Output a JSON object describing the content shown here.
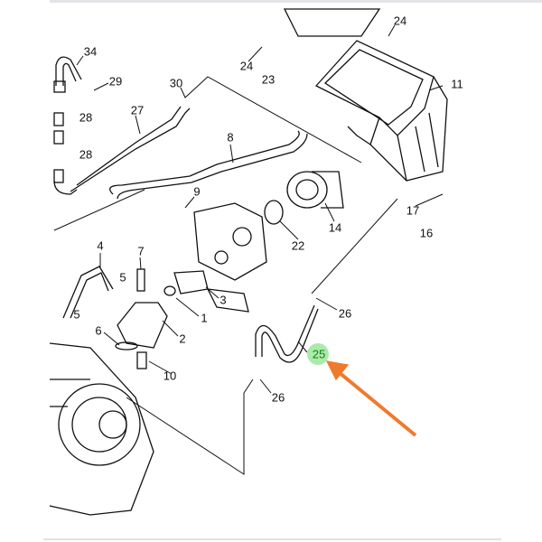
{
  "diagram": {
    "title": "Intake / air filter hose parts diagram",
    "highlight_color": "#9be89b",
    "arrow_color": "#f07a2c",
    "highlighted_part": "25",
    "part_labels": [
      "34",
      "29",
      "28",
      "28",
      "27",
      "30",
      "8",
      "9",
      "24",
      "24",
      "23",
      "11",
      "17",
      "16",
      "14",
      "22",
      "4",
      "7",
      "5",
      "5",
      "6",
      "2",
      "3",
      "1",
      "10",
      "26",
      "25",
      "26"
    ]
  }
}
